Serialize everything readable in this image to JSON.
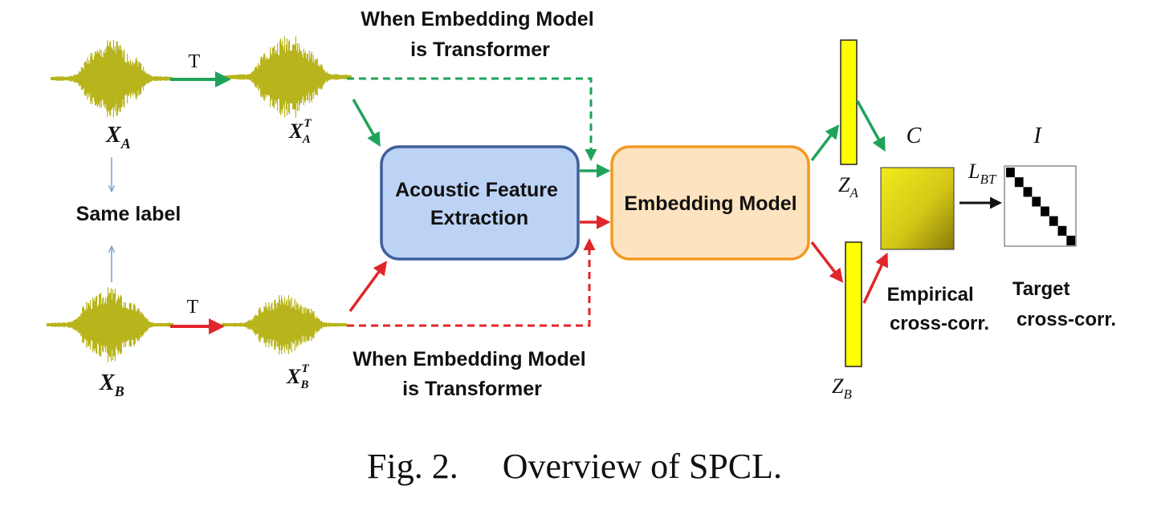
{
  "labels": {
    "top_note_line1": "When Embedding Model",
    "top_note_line2": "is Transformer",
    "bottom_note_line1": "When Embedding Model",
    "bottom_note_line2": "is Transformer",
    "transform_top": "T",
    "transform_bottom": "T",
    "same_label": "Same label",
    "xa_base": "X",
    "xa_sub": "A",
    "xb_base": "X",
    "xb_sub": "B",
    "xat_base": "X",
    "xat_sub": "A",
    "xat_sup": "T",
    "xbt_base": "X",
    "xbt_sub": "B",
    "xbt_sup": "T",
    "afe_line1": "Acoustic Feature",
    "afe_line2": "Extraction",
    "embedding_model": "Embedding Model",
    "za_base": "Z",
    "za_sub": "A",
    "zb_base": "Z",
    "zb_sub": "B",
    "c_label": "C",
    "i_label": "I",
    "lbt_base": "L",
    "lbt_sub": "BT",
    "empirical_line1": "Empirical",
    "empirical_line2": "cross-corr.",
    "target_line1": "Target",
    "target_line2": "cross-corr."
  },
  "caption": "Fig. 2.     Overview of SPCL.",
  "colors": {
    "path_a": "#1fa35a",
    "path_b": "#e0262b",
    "same_label_arrow": "#7b9fd4",
    "waveform": "#b8b41c",
    "afe_fill": "#bcd3f5",
    "afe_stroke": "#3f5f9b",
    "embed_fill": "#fde3bf",
    "embed_stroke": "#f09a22",
    "z_fill": "#ffff00",
    "corr_gradient_start": "#f2ea1c",
    "corr_gradient_end": "#8a7a0a",
    "identity_cell": "#000000"
  },
  "icons": {
    "waveform": "audio-waveform-icon"
  }
}
